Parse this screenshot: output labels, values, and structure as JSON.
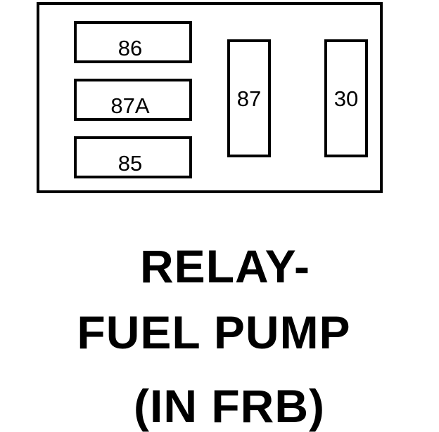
{
  "diagram": {
    "pins": {
      "p86": "86",
      "p87a": "87A",
      "p85": "85",
      "p87": "87",
      "p30": "30"
    },
    "caption": {
      "line1": "RELAY-",
      "line2": "FUEL PUMP",
      "line3": "(IN FRB)"
    }
  }
}
